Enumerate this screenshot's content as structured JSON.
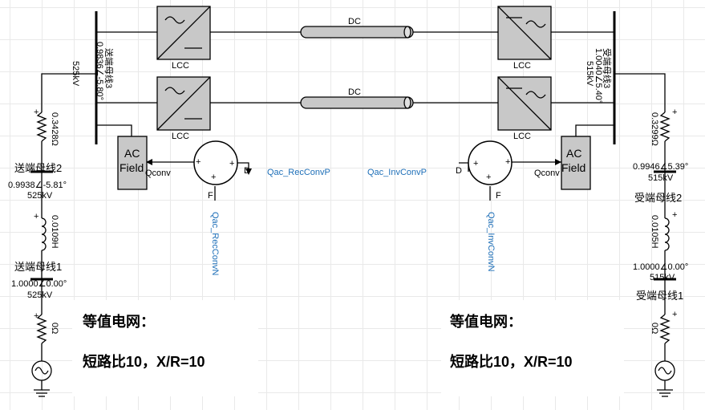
{
  "converters": {
    "label": "LCC",
    "dc_label": "DC"
  },
  "ac_field": {
    "line1": "AC",
    "line2": "Field",
    "port": "Qconv"
  },
  "summer": {
    "port_p": "+",
    "port_d": "D",
    "port_f": "F"
  },
  "signals": {
    "rec_p": "Qac_RecConvP",
    "inv_p": "Qac_InvConvP",
    "rec_n": "Qac_RecConvN",
    "inv_n": "Qac_InvConvN"
  },
  "left": {
    "bus3": {
      "name": "送端母线3",
      "value": "0.9836∠-5.80°",
      "kv": "525kV"
    },
    "r1": "0.3428Ω",
    "bus2": {
      "name": "送端母线2",
      "value": "0.9938∠-5.81°",
      "kv": "525kV"
    },
    "l1": "0.0109H",
    "bus1": {
      "name": "送端母线1",
      "value": "1.0000∠0.00°",
      "kv": "525kV"
    },
    "r2": "0Ω"
  },
  "right": {
    "bus3": {
      "name": "受端母线3",
      "value": "1.0040∠5.40°",
      "kv": "515kV"
    },
    "r1": "0.3299Ω",
    "bus2": {
      "name": "受端母线2",
      "value": "0.9946∠5.39°",
      "kv": "515kV"
    },
    "l1": "0.0105H",
    "bus1": {
      "name": "受端母线1",
      "value": "1.0000∠0.00°",
      "kv": "515kV"
    },
    "r2": "0Ω"
  },
  "notes": {
    "left": {
      "title": "等值电网：",
      "body": "短路比10，X/R=10"
    },
    "right": {
      "title": "等值电网：",
      "body": "短路比10，X/R=10"
    }
  }
}
